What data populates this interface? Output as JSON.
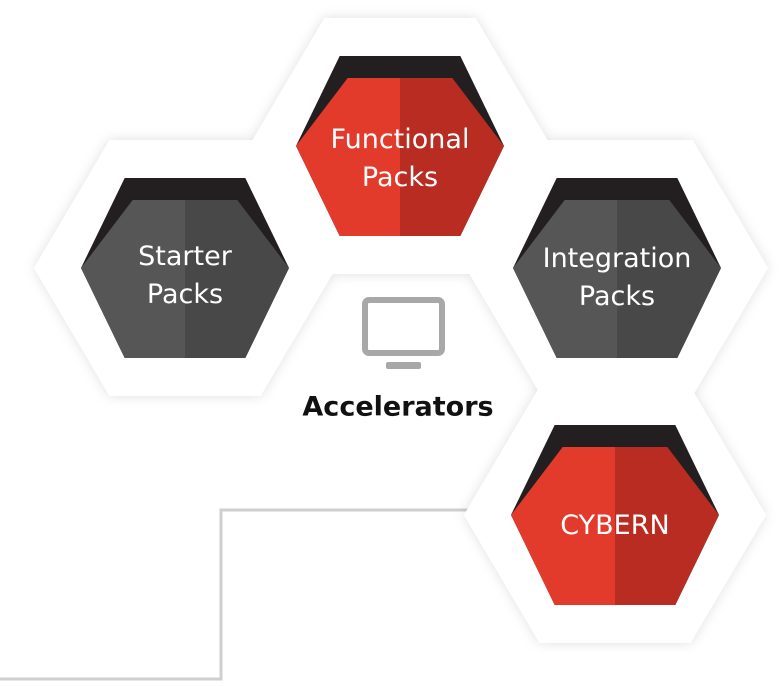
{
  "center": {
    "title": "Accelerators",
    "icon": "monitor-icon"
  },
  "hexagons": [
    {
      "id": "functional",
      "lines": [
        "Functional",
        "Packs"
      ],
      "color": "red"
    },
    {
      "id": "starter",
      "lines": [
        "Starter",
        "Packs"
      ],
      "color": "gray"
    },
    {
      "id": "integration",
      "lines": [
        "Integration",
        "Packs"
      ],
      "color": "gray"
    },
    {
      "id": "cybern",
      "lines": [
        "CYBERN"
      ],
      "color": "red"
    }
  ],
  "colors": {
    "red_light": "#e23a2b",
    "red_dark": "#b82c22",
    "gray_light": "#565656",
    "gray_dark": "#484848",
    "cap": "#231f20",
    "shell": "#ffffff",
    "icon": "#a8a8a8",
    "connector": "#cfcfcf"
  }
}
